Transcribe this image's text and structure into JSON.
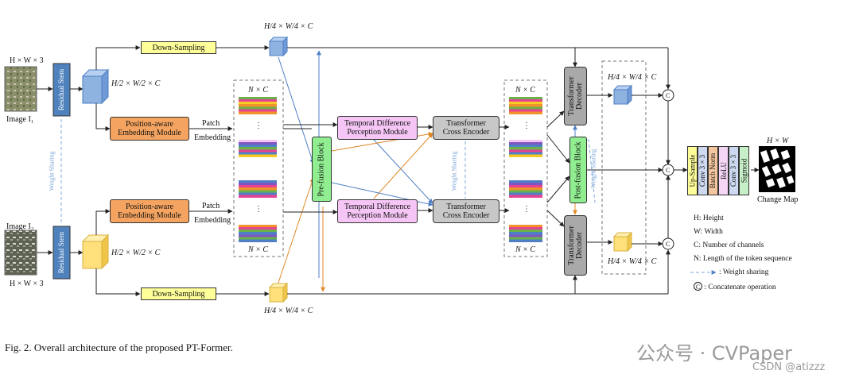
{
  "inputs": {
    "image1_label": "Image I₁",
    "image2_label": "Image I₂",
    "input_dims": "H × W × 3"
  },
  "stem": {
    "label": "Residual Stem",
    "weight_sharing": "Weight Sharing"
  },
  "dims": {
    "half": "H/2 × W/2 × C",
    "quarter": "H/4 × W/4 × C",
    "token": "N × C"
  },
  "blocks": {
    "downsampling": "Down-Sampling",
    "pe_line1": "Position-aware",
    "pe_line2": "Embedding Module",
    "patch_emb_line1": "Patch",
    "patch_emb_line2": "Embedding",
    "prefusion": "Pre-fusion Block",
    "tdp_line1": "Temporal Difference",
    "tdp_line2": "Perception Module",
    "tce_line1": "Transformer",
    "tce_line2": "Cross Encoder",
    "weight_sharing": "Weight Sharing",
    "postfusion": "Post-fusion Block",
    "decoder_line1": "Transformer",
    "decoder_line2": "Decoder"
  },
  "head": {
    "layers": [
      "Up-Sample",
      "Conv 3 × 3",
      "Batch Norm",
      "ReLU",
      "Conv 3 × 3",
      "Sigmoid"
    ],
    "output_dims": "H × W",
    "output_label": "Change Map",
    "concat_symbol": "C"
  },
  "legend": {
    "height": "H: Height",
    "width": "W: Width",
    "channels": "C: Number of channels",
    "tokens": "N: Length of the token sequence",
    "weight_sharing": ": Weight sharing",
    "concat": ": Concatenate operation"
  },
  "caption": "Fig. 2.    Overall architecture of the proposed PT-Former.",
  "watermark": {
    "line1": "公众号 · CVPaper",
    "line2": "CSDN @atizzz"
  },
  "colors": {
    "stem": "#4f81bd",
    "downsampling": "#ffff99",
    "embedding": "#f4a460",
    "prefusion": "#90ee90",
    "tdp": "#f5c6f5",
    "tce": "#c8c8c8",
    "decoder": "#a9a9a9",
    "blue_cube": "#8fb3e0",
    "yellow_cube": "#ffe07a"
  }
}
